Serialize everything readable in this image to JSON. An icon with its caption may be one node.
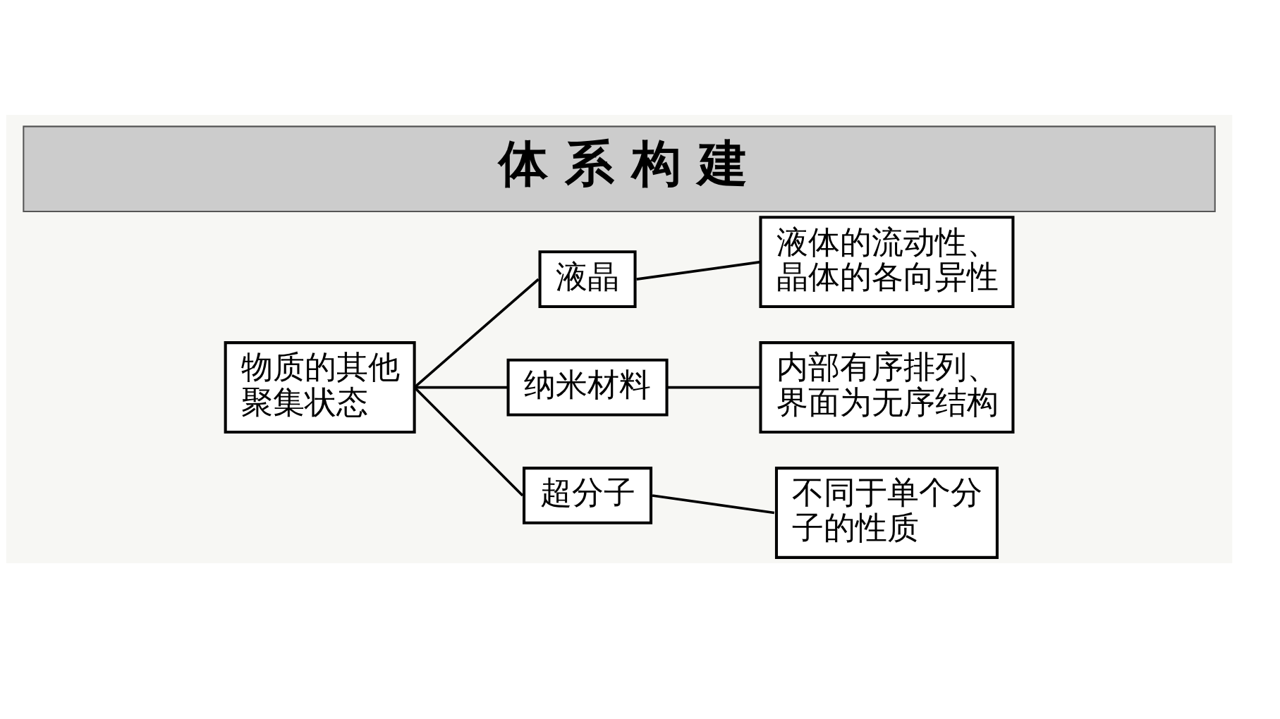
{
  "diagram": {
    "title": "体 系 构 建",
    "nodes": [
      {
        "text": [
          "物质的其他聚集状态"
        ]
      },
      {
        "text": [
          "液晶"
        ]
      },
      {
        "text": [
          "纳米材料"
        ]
      },
      {
        "text": [
          "超分子"
        ]
      },
      {
        "text": [
          "液体的流动性、晶体的各向异性"
        ]
      },
      {
        "text": [
          "内部有序排列、界面为无序结构"
        ]
      },
      {
        "text": [
          "不同于单个分子的性质"
        ]
      }
    ],
    "edges": [
      {
        "from": 0,
        "to": 1,
        "arrow": "none"
      },
      {
        "from": 0,
        "to": 2,
        "arrow": "none"
      },
      {
        "from": 0,
        "to": 3,
        "arrow": "none"
      },
      {
        "from": 1,
        "to": 4,
        "arrow": "none"
      },
      {
        "from": 2,
        "to": 5,
        "arrow": "none"
      },
      {
        "from": 3,
        "to": 6,
        "arrow": "none"
      }
    ]
  }
}
